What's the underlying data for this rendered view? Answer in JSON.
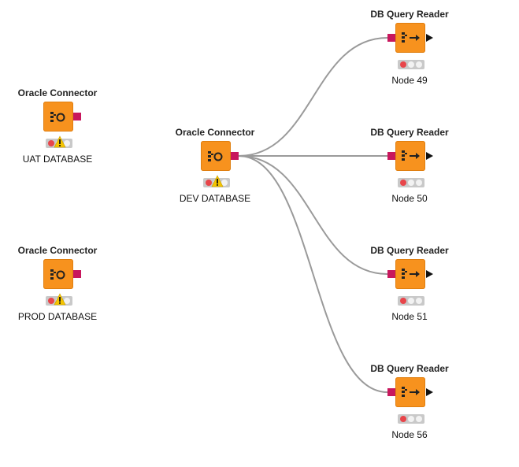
{
  "workflow": {
    "nodes": [
      {
        "id": "oc-uat",
        "title": "Oracle Connector",
        "label": "UAT DATABASE",
        "type": "connector",
        "warning": true
      },
      {
        "id": "oc-prod",
        "title": "Oracle Connector",
        "label": "PROD DATABASE",
        "type": "connector",
        "warning": true
      },
      {
        "id": "oc-dev",
        "title": "Oracle Connector",
        "label": "DEV DATABASE",
        "type": "connector",
        "warning": true
      },
      {
        "id": "qr-49",
        "title": "DB Query Reader",
        "label": "Node 49",
        "type": "reader",
        "warning": false
      },
      {
        "id": "qr-50",
        "title": "DB Query Reader",
        "label": "Node 50",
        "type": "reader",
        "warning": false
      },
      {
        "id": "qr-51",
        "title": "DB Query Reader",
        "label": "Node 51",
        "type": "reader",
        "warning": false
      },
      {
        "id": "qr-56",
        "title": "DB Query Reader",
        "label": "Node 56",
        "type": "reader",
        "warning": false
      }
    ],
    "connections": [
      {
        "from": "oc-dev",
        "to": "qr-49"
      },
      {
        "from": "oc-dev",
        "to": "qr-50"
      },
      {
        "from": "oc-dev",
        "to": "qr-51"
      },
      {
        "from": "oc-dev",
        "to": "qr-56"
      }
    ]
  },
  "colors": {
    "node_orange": "#f7921e",
    "port_magenta": "#c8175d",
    "wire_gray": "#9a9a9a",
    "status_red": "#e8454a",
    "warning_yellow": "#f5c400"
  },
  "icons": {
    "connector": "db-connector-icon",
    "reader": "db-query-reader-icon",
    "warning": "warning-icon"
  }
}
